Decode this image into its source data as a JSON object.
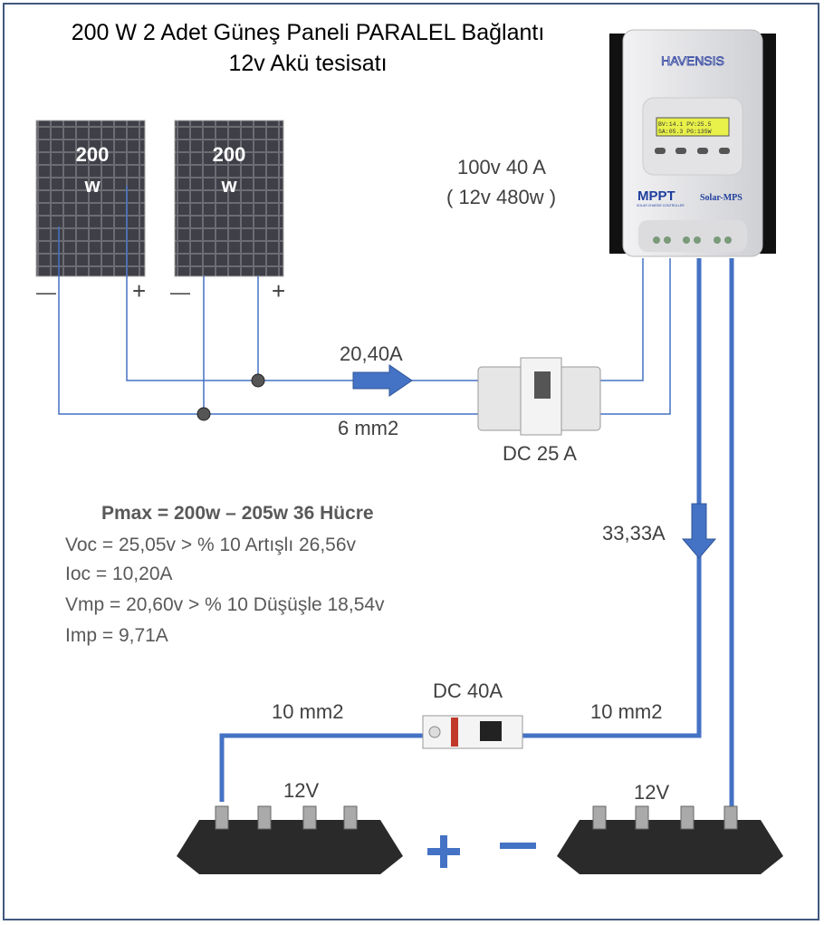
{
  "title": {
    "line1": "200 W 2 Adet Güneş Paneli PARALEL Bağlantı",
    "line2": "12v Akü tesisatı"
  },
  "panels": [
    {
      "value": "200",
      "unit": "w",
      "minus": "—",
      "plus": "+"
    },
    {
      "value": "200",
      "unit": "w",
      "minus": "—",
      "plus": "+"
    }
  ],
  "controller": {
    "brand": "HAVENSIS",
    "model": "MPPT",
    "subtitle": "SOLAR CHARGE CONTROLLER",
    "series": "Solar-MPS",
    "lcd_line1": "BV:14.1  PV:25.5",
    "lcd_line2": "SA:05.3  PG:135W",
    "rating": "100v  40 A",
    "rating_sub": "( 12v 480w )"
  },
  "wiring": {
    "panel_current": "20,40A",
    "panel_cable": "6 mm2",
    "pv_breaker": "DC 25 A",
    "battery_current": "33,33A",
    "battery_breaker": "DC 40A",
    "cable_left": "10 mm2",
    "cable_right": "10 mm2"
  },
  "busbars": [
    {
      "label": "12V"
    },
    {
      "label": "12V"
    }
  ],
  "polarity": {
    "plus": "+",
    "minus": "—"
  },
  "specs": {
    "pmax": "Pmax = 200w – 205w  36 Hücre",
    "voc": "Voc = 25,05v    > % 10 Artışlı 26,56v",
    "ioc": "Ioc = 10,20A",
    "vmp": "Vmp = 20,60v   > % 10 Düşüşle 18,54v",
    "imp": "Imp = 9,71A"
  },
  "colors": {
    "wire": "#4472c4",
    "text": "#404040",
    "frame": "#41597e"
  }
}
